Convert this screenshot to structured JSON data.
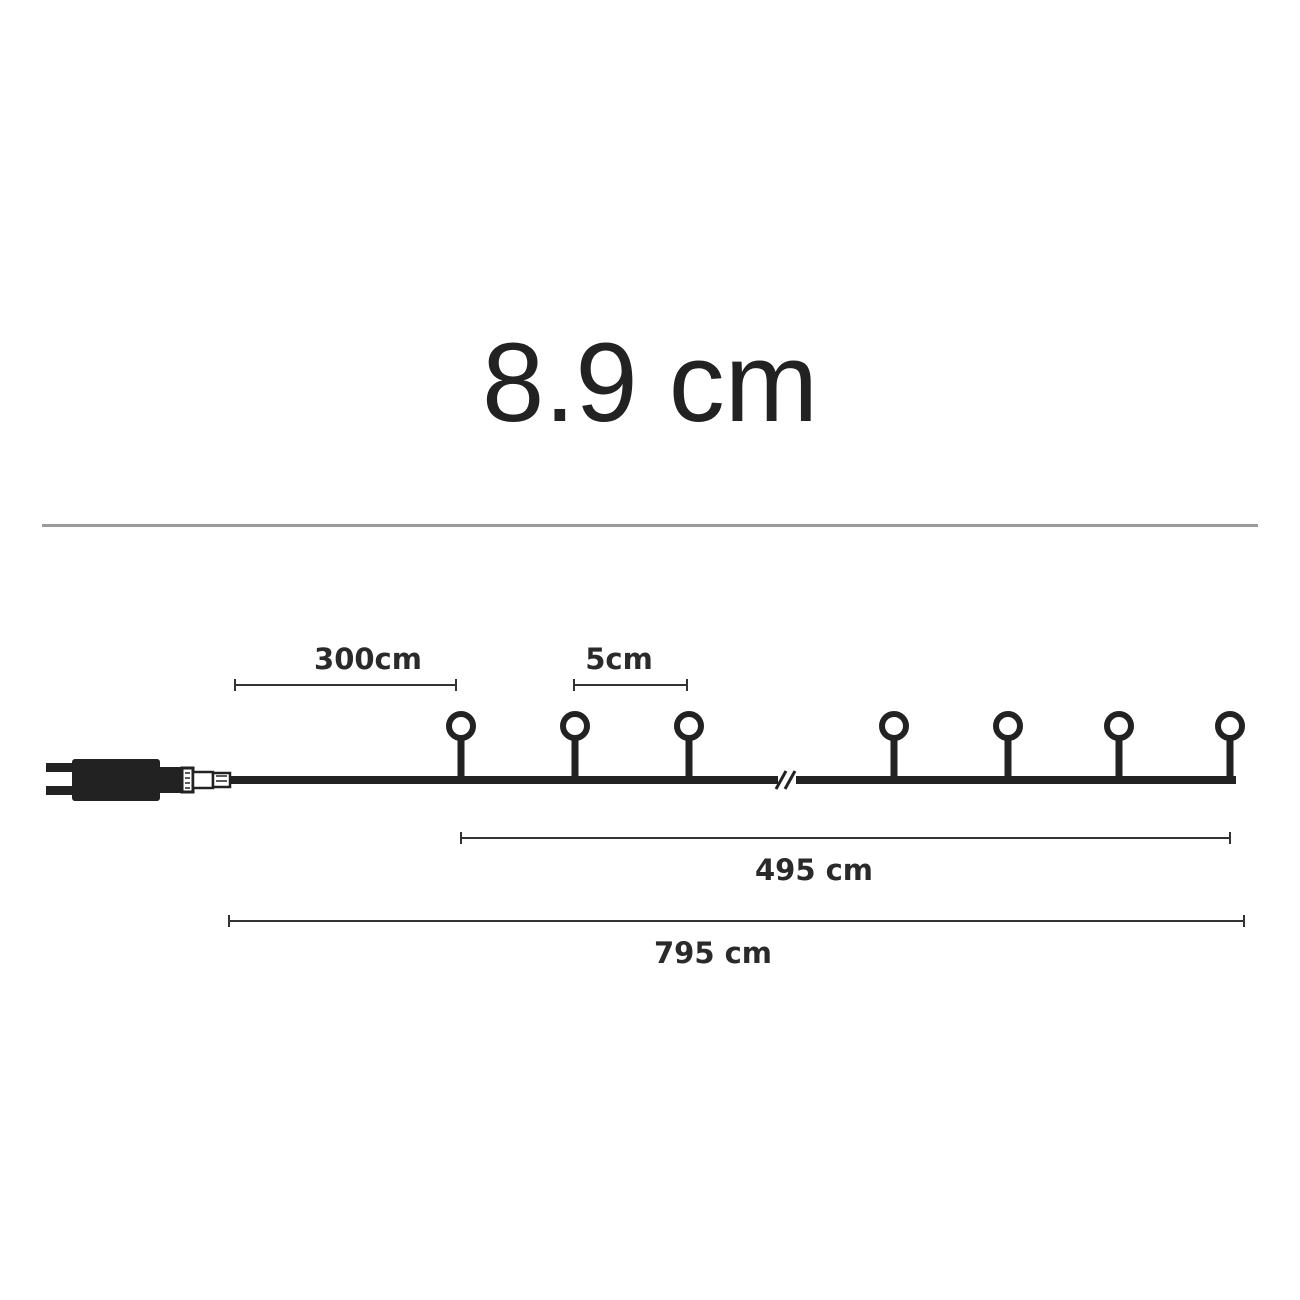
{
  "headline": "8.9 cm",
  "diagram": {
    "labels": {
      "lead_length": "300cm",
      "bulb_spacing": "5cm",
      "lit_length": "495 cm",
      "total_length": "795 cm"
    },
    "bulb_count_shown": 7,
    "colors": {
      "cable": "#222222",
      "dimension_line": "#333333",
      "divider": "#9a9a9a"
    }
  }
}
